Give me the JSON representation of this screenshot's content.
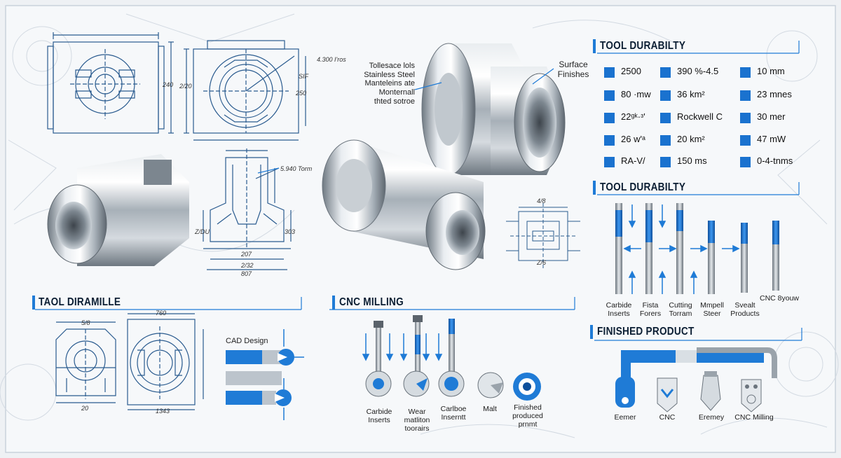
{
  "headings": {
    "tool_durability_1": "TOOL DURABILTY",
    "tool_durability_2": "TOOL DURABILTY",
    "tool_diramille": "TAOL DIRAMILLE",
    "cnc_milling": "CNC MILLING",
    "finished_product": "FINISHED PRODUCT"
  },
  "annotations": {
    "tolerance_note": "Tollesace lols\nStainless Steel\nManteleins ate\nMonternall\nthted sotroe",
    "surface_finishes": "Surface\nFinishes",
    "cad_design": "CAD Design"
  },
  "dimensions": {
    "d1": "4.300 I'ros",
    "d2": "5.940 Torm",
    "d3": "240",
    "d4": "SIF",
    "d5": "207",
    "d6": "2/20",
    "d7": "250",
    "d8": "807",
    "d9": "2/32",
    "d10": "Z/DU",
    "d11": "303",
    "d12": "5/8",
    "d13": "760",
    "d14": "20",
    "d15": "1343",
    "d16": "4/8",
    "d17": "Z/6"
  },
  "stats": [
    [
      "2500",
      "390 %-4.5",
      "10 mm"
    ],
    [
      "80 ·mw",
      "36 km²",
      "23 mnes"
    ],
    [
      "22ᵍᵏ·ᶟ'",
      "Rockwell C",
      "30 mer"
    ],
    [
      "26 w'ᵃ",
      "20 km²",
      "47 mW"
    ],
    [
      "RA-V/",
      "150 ms",
      "0-4-tnms"
    ]
  ],
  "tool_labels": [
    "Carbide\nInserts",
    "Fista\nForers",
    "Cutting\nTorram",
    "Mmpell\nSteer",
    "Svealt\nProducts",
    "CNC 8youw"
  ],
  "milling_labels": [
    "Carbide\nInserts",
    "Wear\nmatliton\ntoorairs",
    "Carlboe\nInserntt",
    "Malt",
    "Finished\nproduced\nprnmt"
  ],
  "product_labels": [
    "Eemer",
    "CNC",
    "Eremey",
    "CNC Milling"
  ],
  "colors": {
    "accent_blue": "#1f7bd6",
    "dark_blue": "#0d4f9c",
    "steel": "#9aa3ab",
    "line": "#2a5b8f"
  }
}
